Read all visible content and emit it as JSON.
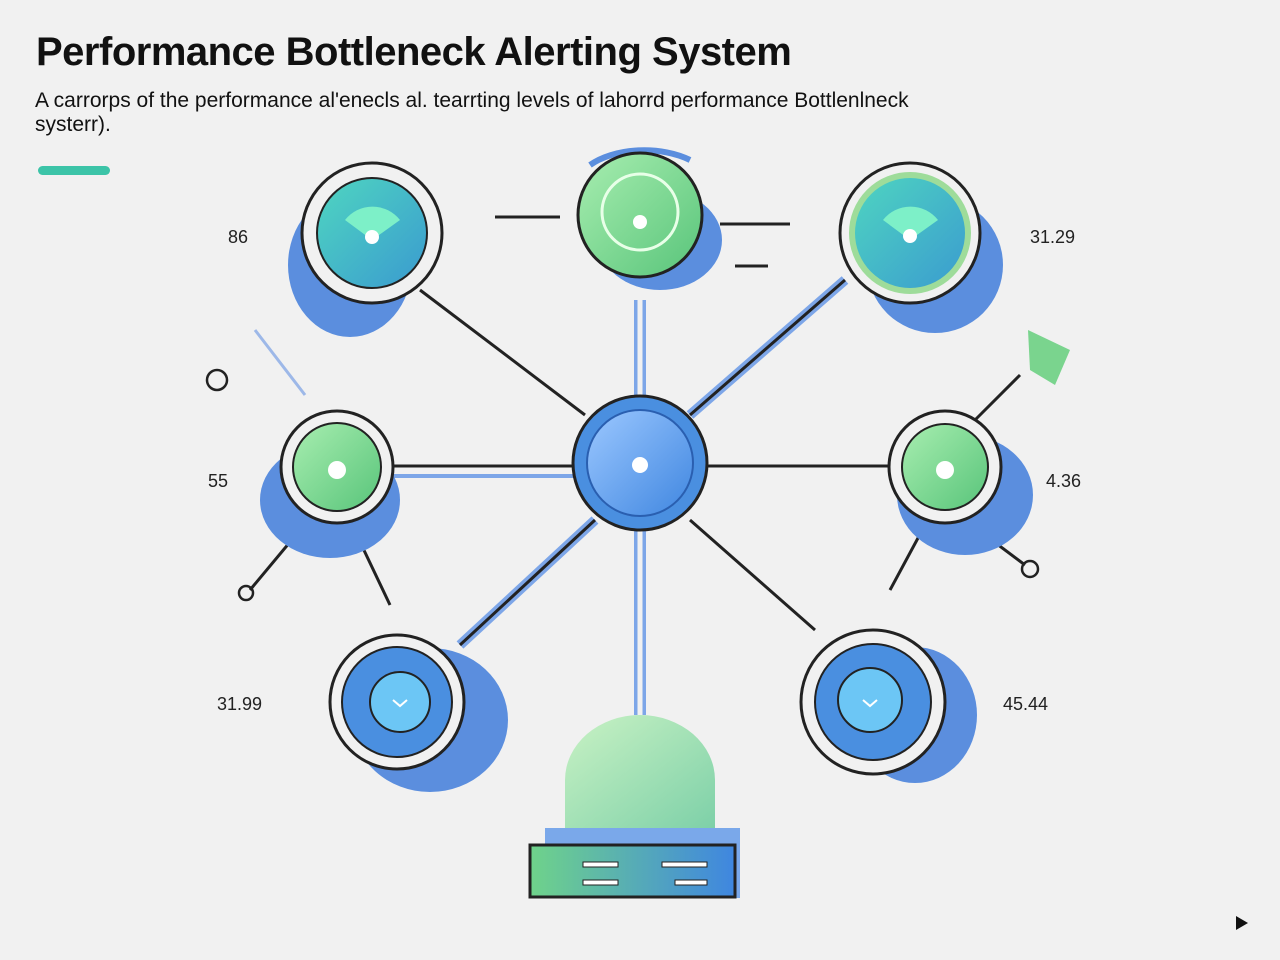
{
  "header": {
    "title": "Performance Bottleneck Alerting System",
    "subtitle": "A carrorps of the performance al'enecls al. tearrting levels of lahorrd performance Bottlenlneck systerr)."
  },
  "colors": {
    "accent": "#3cc4a8",
    "blue": "#4a8fe0",
    "green": "#6fd38a",
    "teal": "#3bb8b0",
    "shadow": "#5b8ede"
  },
  "diagram": {
    "center": {
      "icon": "hub-node-icon"
    },
    "server": {
      "icon": "server-icon"
    },
    "nodes": [
      {
        "id": "top-left",
        "label": "86",
        "icon": "gauge-node-icon"
      },
      {
        "id": "top",
        "label": "",
        "icon": "gauge-node-icon"
      },
      {
        "id": "top-right",
        "label": "31.29",
        "icon": "gauge-node-icon"
      },
      {
        "id": "mid-left",
        "label": "55",
        "icon": "alert-node-icon"
      },
      {
        "id": "mid-right",
        "label": "4.36",
        "icon": "alert-node-icon"
      },
      {
        "id": "bottom-left",
        "label": "31.99",
        "icon": "check-node-icon"
      },
      {
        "id": "bottom-right",
        "label": "45.44",
        "icon": "check-node-icon"
      }
    ]
  }
}
